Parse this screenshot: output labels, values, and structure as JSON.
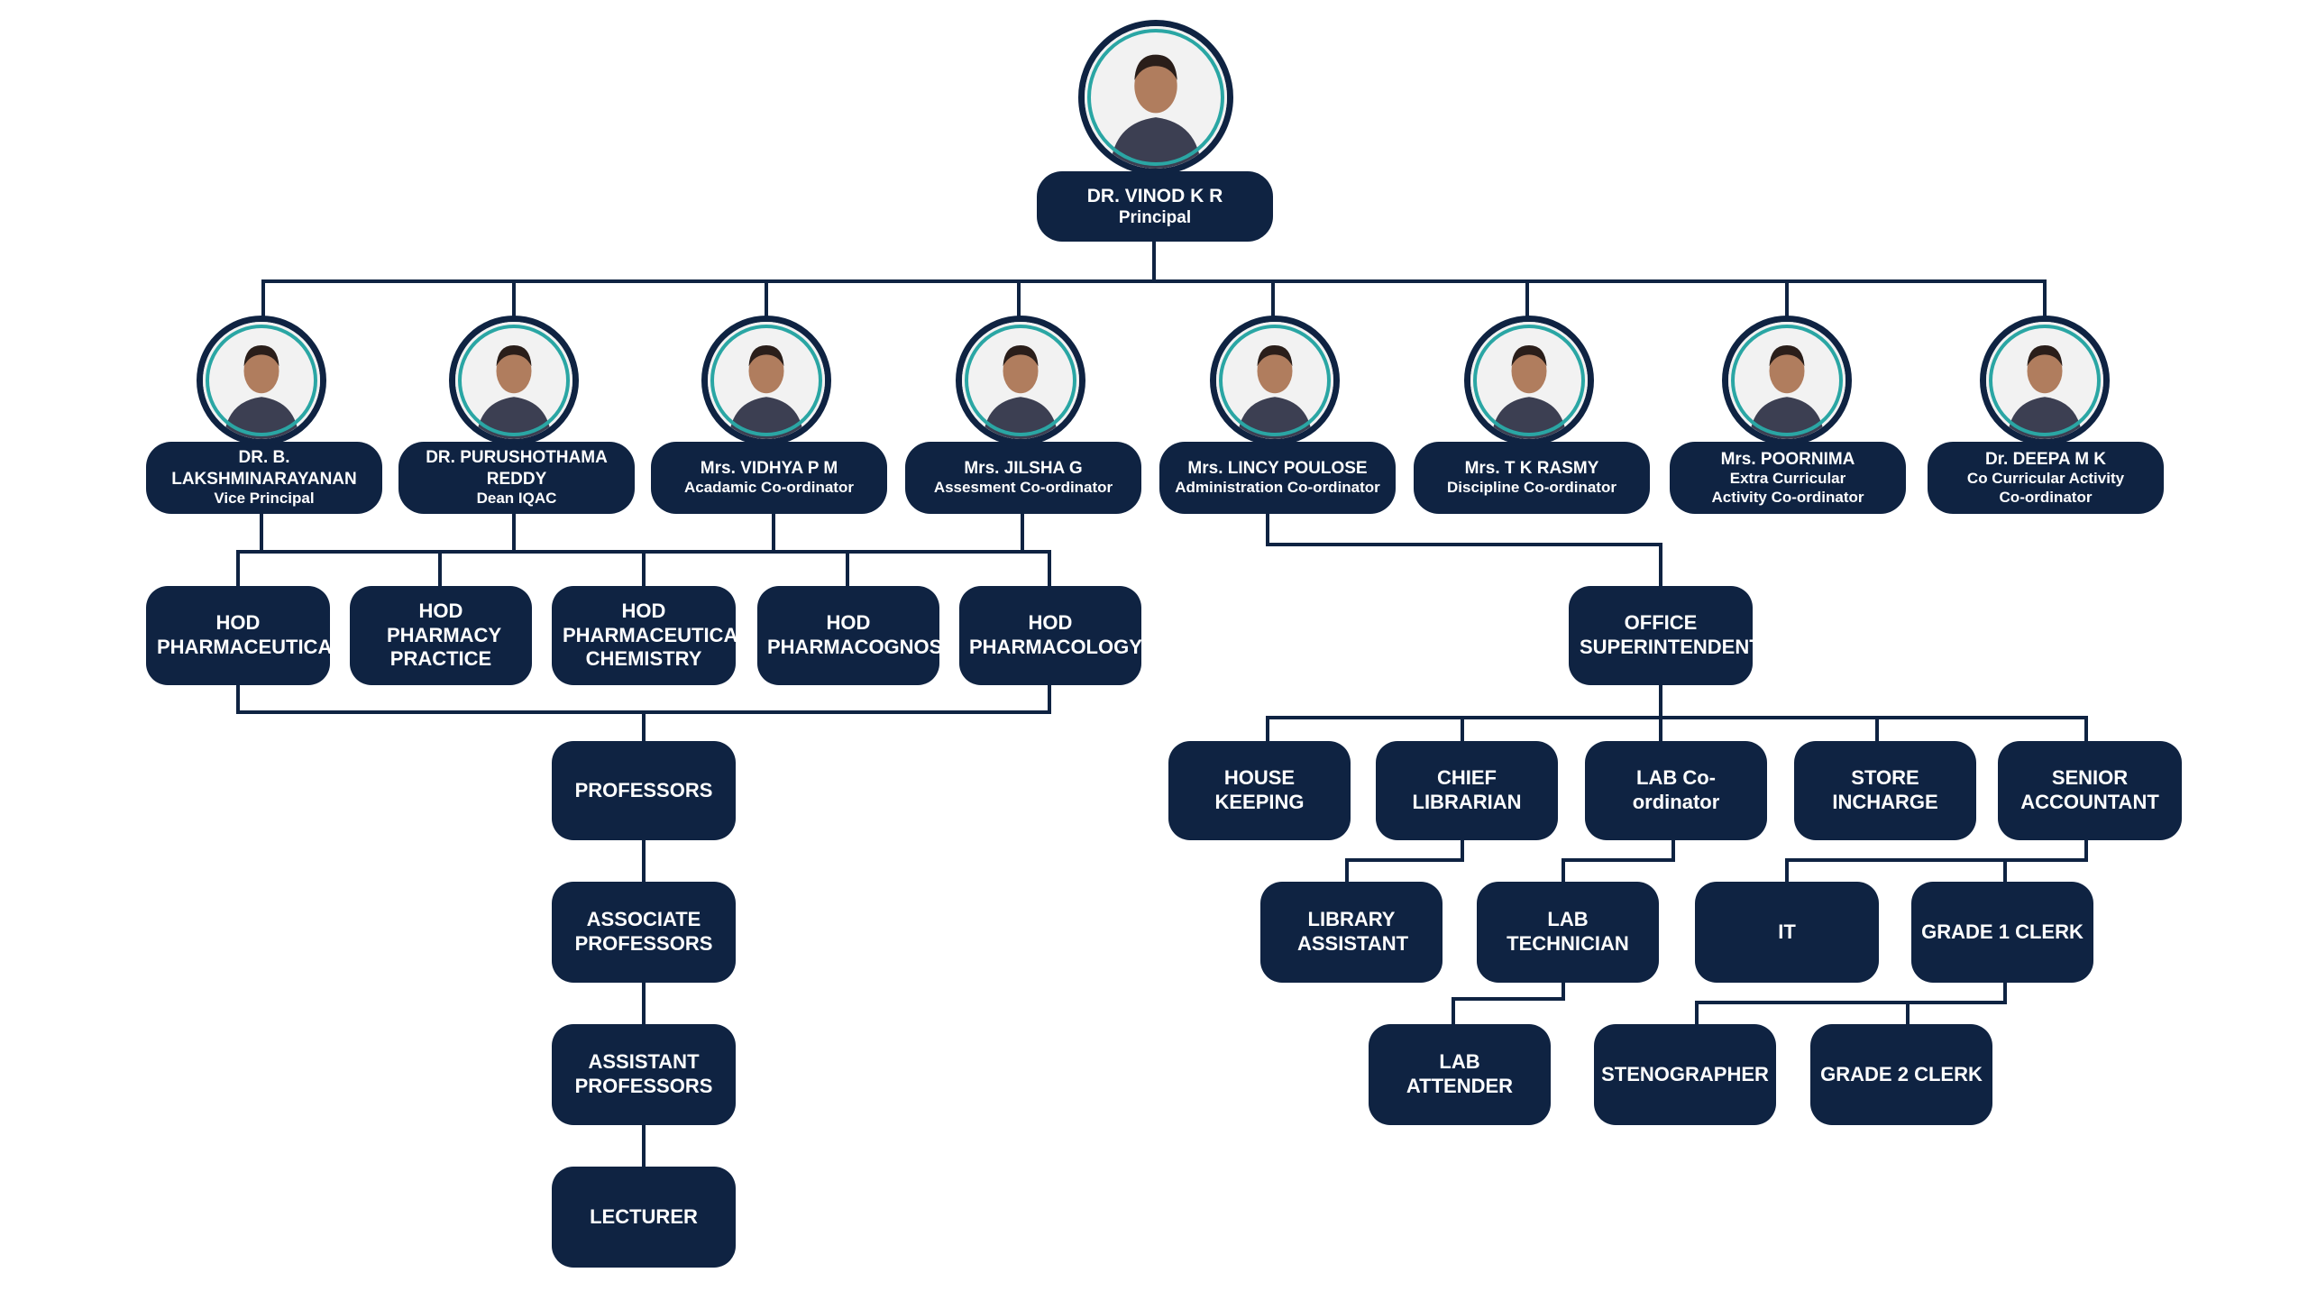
{
  "principal": {
    "name": "DR. VINOD K R",
    "role": "Principal"
  },
  "leaders": [
    {
      "name": "DR. B. LAKSHMINARAYANAN",
      "role": "Vice Principal"
    },
    {
      "name": "DR. PURUSHOTHAMA REDDY",
      "role": "Dean IQAC"
    },
    {
      "name": "Mrs. VIDHYA  P M",
      "role": "Acadamic Co-ordinator"
    },
    {
      "name": "Mrs. JILSHA G",
      "role": "Assesment Co-ordinator"
    },
    {
      "name": "Mrs. LINCY POULOSE",
      "role": "Administration Co-ordinator"
    },
    {
      "name": "Mrs. T K RASMY",
      "role": "Discipline Co-ordinator"
    },
    {
      "name": "Mrs. POORNIMA",
      "role": "Extra Curricular Activity Co-ordinator"
    },
    {
      "name": "Dr. DEEPA M K",
      "role": "Co Curricular Activity Co-ordinator"
    }
  ],
  "hods": [
    "HOD PHARMACEUTICAL",
    "HOD PHARMACY PRACTICE",
    "HOD PHARMACEUTICAL CHEMISTRY",
    "HOD PHARMACOGNOSY",
    "HOD PHARMACOLOGY"
  ],
  "academic_staff": [
    "PROFESSORS",
    "ASSOCIATE PROFESSORS",
    "ASSISTANT PROFESSORS",
    "LECTURER"
  ],
  "office": {
    "superintendent": "OFFICE SUPERINTENDENT",
    "sections": [
      "HOUSE KEEPING",
      "CHIEF LIBRARIAN",
      "LAB Co-ordinator",
      "STORE INCHARGE",
      "SENIOR ACCOUNTANT"
    ],
    "level3": [
      "LIBRARY ASSISTANT",
      "LAB TECHNICIAN",
      "IT",
      "GRADE 1 CLERK"
    ],
    "level4": [
      "LAB ATTENDER",
      "STENOGRAPHER",
      "GRADE 2 CLERK"
    ]
  },
  "colors": {
    "box": "#0f2342",
    "text": "#ffffff",
    "ring": "#2aa6a4",
    "line": "#0f2342"
  }
}
